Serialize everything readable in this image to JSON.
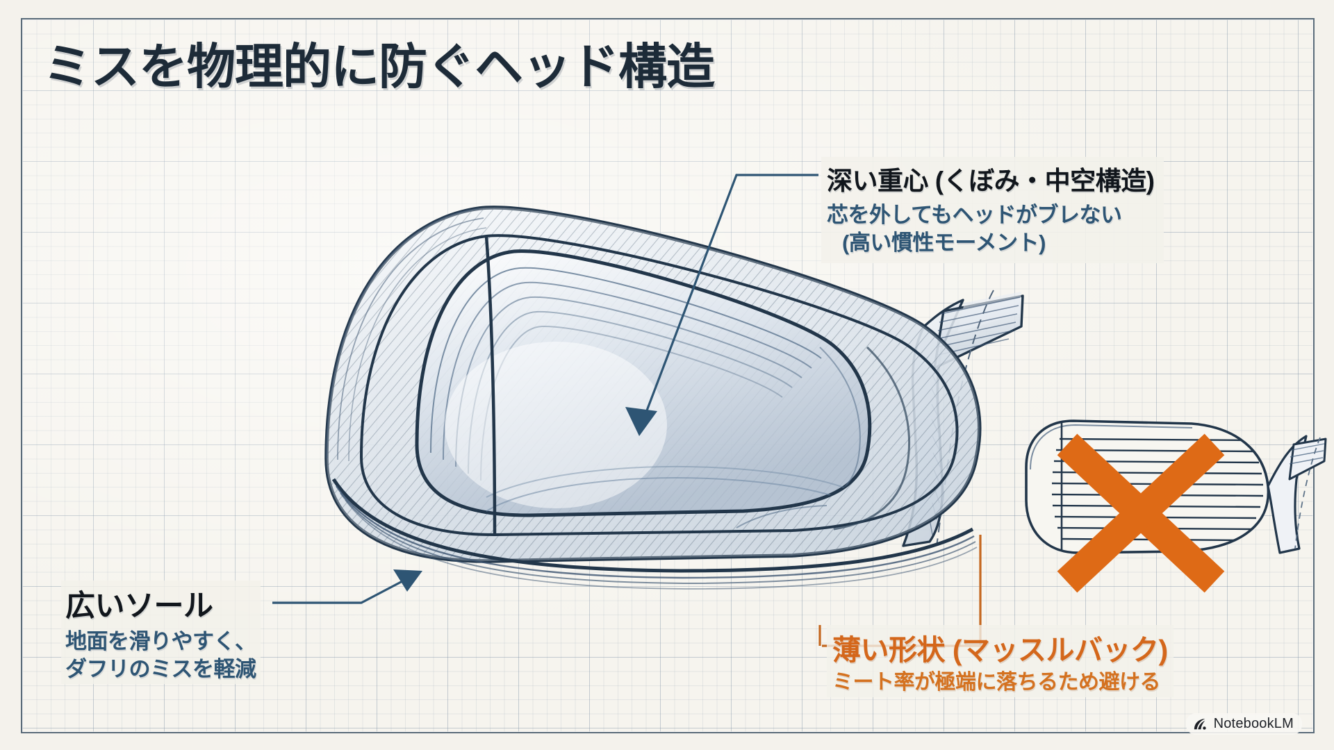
{
  "page": {
    "title": "ミスを物理的に防ぐヘッド構造",
    "background_color": "#f4f2ec",
    "paper_color": "#f6f4ee",
    "grid_color": "#7b8ca0",
    "border_color": "#5a6b79",
    "ink_color": "#22364a",
    "accent_blue": "#2e5574",
    "accent_orange": "#d4671b"
  },
  "callouts": [
    {
      "id": "deep-cg",
      "heading": "深い重心 (くぼみ・中空構造)",
      "body_line1": "芯を外してもヘッドがブレない",
      "body_line2": "(高い慣性モーメント)",
      "tone": "good",
      "leader": "elbow-left-down-arrow"
    },
    {
      "id": "wide-sole",
      "heading": "広いソール",
      "body_line1": "地面を滑りやすく、",
      "body_line2": "ダフリのミスを軽減",
      "tone": "good",
      "leader": "elbow-right-up-arrow"
    },
    {
      "id": "thin-muscleback",
      "heading": "薄い形状 (マッスルバック)",
      "body_line1": "ミート率が極端に落ちるため避ける",
      "body_line2": "",
      "tone": "bad",
      "leader": "bracket-up-left"
    }
  ],
  "illustrations": [
    {
      "id": "cavity-back-iron",
      "label": "cavity-back-iron-head-cutaway",
      "style": "blueprint-hatched-technical-sketch",
      "marked_bad": false
    },
    {
      "id": "muscleback-iron",
      "label": "muscleback-iron-head",
      "style": "line-sketch-with-grooves",
      "marked_bad": true,
      "bad_marker": "orange-x-cross"
    }
  ],
  "watermark": {
    "label": "NotebookLM",
    "icon": "notebooklm-logo-icon"
  }
}
